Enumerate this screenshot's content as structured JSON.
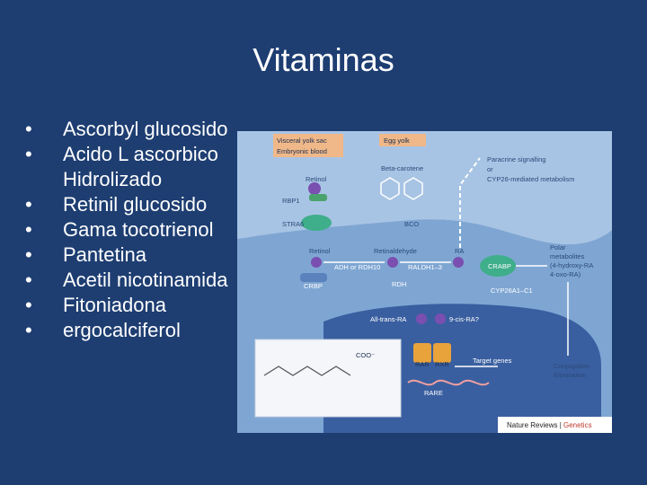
{
  "slide": {
    "title": "Vitaminas",
    "bullets": [
      "Ascorbyl glucosido",
      "Acido L ascorbico",
      "Hidrolizado",
      "Retinil glucosido",
      "Gama tocotrienol",
      "Pantetina",
      "Acetil nicotinamida",
      "Fitoniadona",
      "ergocalciferol"
    ]
  },
  "figure": {
    "labels": {
      "visceral": "Visceral yolk sac",
      "embryonic": "Embryonic blood",
      "egg_yolk": "Egg yolk",
      "retinol_top": "Retinol",
      "beta_carotene": "Beta-carotene",
      "paracrine1": "Paracrine signalling",
      "paracrine2": "or",
      "paracrine3": "CYP26-mediated metabolism",
      "rbp1": "RBP1",
      "stra6": "STRA6",
      "bco": "BCO",
      "retinol_mid": "Retinol",
      "retinaldehyde": "Retinaldehyde",
      "ra": "RA",
      "adh": "ADH or RDH10",
      "raldh": "RALDH1–3",
      "crabp": "CRABP",
      "crbp": "CRBP",
      "rdh": "RDH",
      "polar1": "Polar",
      "polar2": "metabolites",
      "polar3": "(4-hydroxy-RA",
      "polar4": "4-oxo-RA)",
      "cyp26": "CYP26A1–C1",
      "alltrans": "All-trans-RA",
      "ninecis": "9-cis-RA?",
      "coo": "COO⁻",
      "rar": "RAR",
      "rxr": "RXR",
      "target": "Target genes",
      "rare": "RARE",
      "conj1": "Conjugation",
      "conj2": "Elimination",
      "credit_a": "Nature Reviews",
      "credit_sep": " | ",
      "credit_b": "Genetics"
    }
  },
  "colors": {
    "background": "#1e3e72",
    "text": "#ffffff",
    "cell_blue": "#7fa6d3",
    "nucleus_blue": "#3a5fa0",
    "receptor_orange": "#e8a33a",
    "molecule_purple": "#7a4fb0"
  }
}
